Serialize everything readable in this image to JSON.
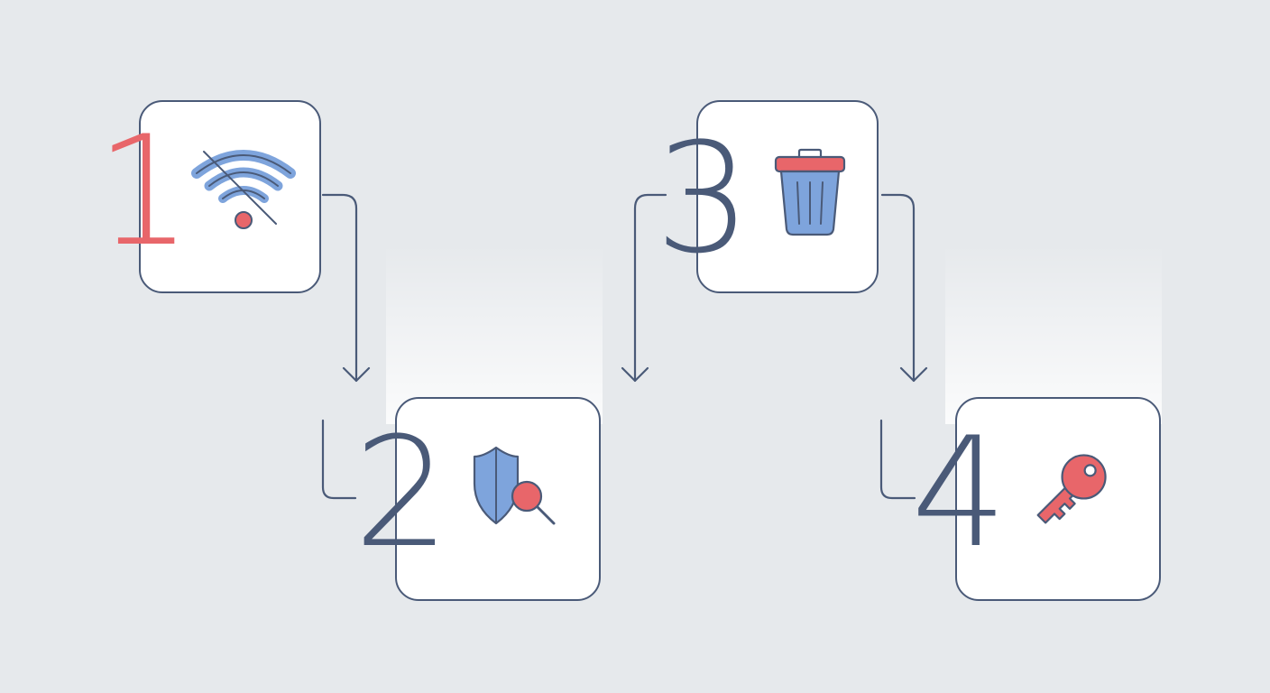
{
  "steps": [
    {
      "number": "1",
      "icon": "wifi-off-icon"
    },
    {
      "number": "2",
      "icon": "shield-search-icon"
    },
    {
      "number": "3",
      "icon": "trash-icon"
    },
    {
      "number": "4",
      "icon": "key-icon"
    }
  ],
  "colors": {
    "background": "#e6e9ec",
    "stroke": "#4a5a78",
    "accent_red": "#e8666a",
    "accent_blue": "#7ea4dc"
  }
}
